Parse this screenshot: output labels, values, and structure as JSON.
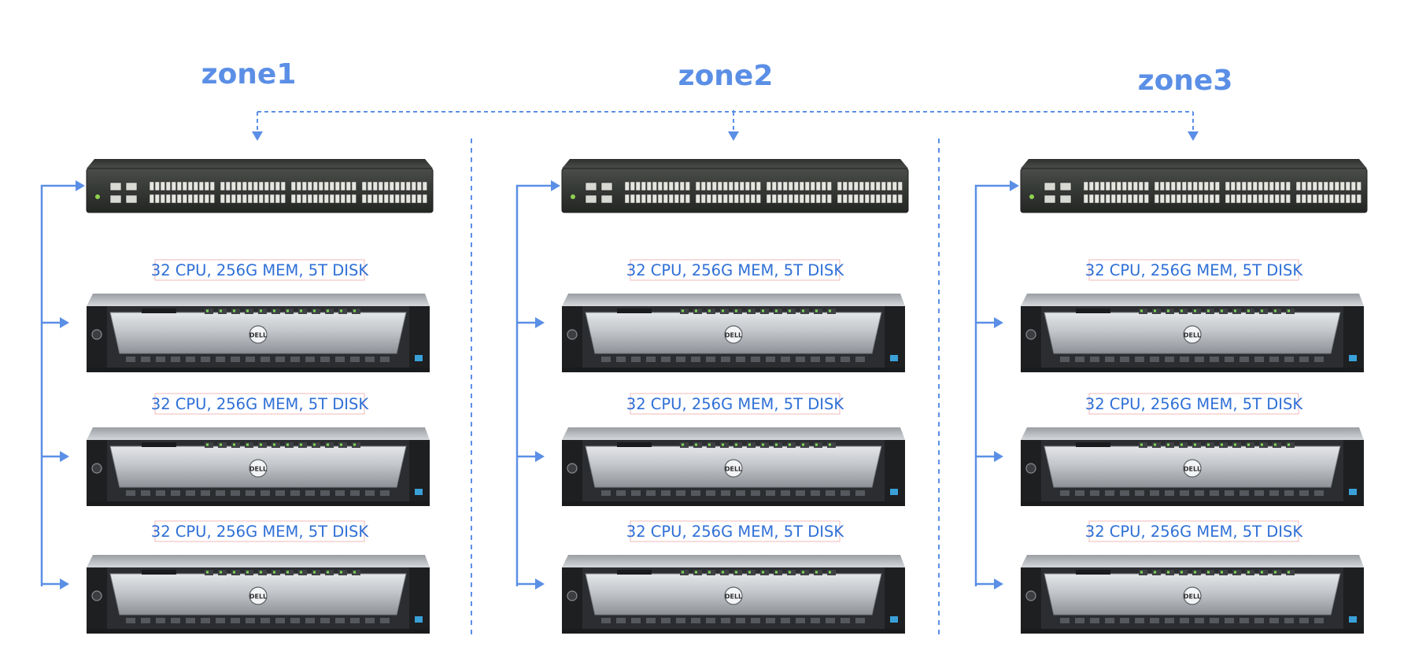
{
  "diagram": {
    "zones": [
      {
        "id": "zone1",
        "title": "zone1",
        "switch": {
          "icon": "network-switch-icon"
        },
        "servers": [
          {
            "spec": "32 CPU, 256G MEM, 5T DISK",
            "icon": "rack-server-icon",
            "brand": "DELL"
          },
          {
            "spec": "32 CPU, 256G MEM, 5T DISK",
            "icon": "rack-server-icon",
            "brand": "DELL"
          },
          {
            "spec": "32 CPU, 256G MEM, 5T DISK",
            "icon": "rack-server-icon",
            "brand": "DELL"
          }
        ]
      },
      {
        "id": "zone2",
        "title": "zone2",
        "switch": {
          "icon": "network-switch-icon"
        },
        "servers": [
          {
            "spec": "32 CPU, 256G MEM, 5T DISK",
            "icon": "rack-server-icon",
            "brand": "DELL"
          },
          {
            "spec": "32 CPU, 256G MEM, 5T DISK",
            "icon": "rack-server-icon",
            "brand": "DELL"
          },
          {
            "spec": "32 CPU, 256G MEM, 5T DISK",
            "icon": "rack-server-icon",
            "brand": "DELL"
          }
        ]
      },
      {
        "id": "zone3",
        "title": "zone3",
        "switch": {
          "icon": "network-switch-icon"
        },
        "servers": [
          {
            "spec": "32 CPU, 256G MEM, 5T DISK",
            "icon": "rack-server-icon",
            "brand": "DELL"
          },
          {
            "spec": "32 CPU, 256G MEM, 5T DISK",
            "icon": "rack-server-icon",
            "brand": "DELL"
          },
          {
            "spec": "32 CPU, 256G MEM, 5T DISK",
            "icon": "rack-server-icon",
            "brand": "DELL"
          }
        ]
      }
    ],
    "connections": {
      "inter_zone": "dashed",
      "intra_zone": "solid"
    },
    "colors": {
      "accent": "#5b8fe6",
      "label_text": "#2e6fd6",
      "label_border": "#f2b8b8",
      "switch_body": "#3a3d3a",
      "server_bezel": "#b9bcc0"
    }
  }
}
